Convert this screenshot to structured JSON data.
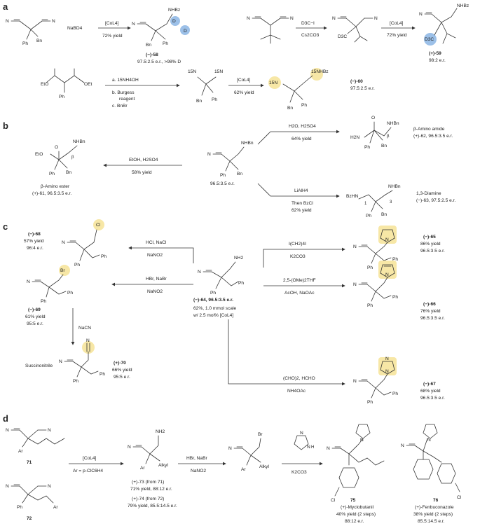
{
  "colors": {
    "highlight": "#f7e7a6",
    "deuterium": "#9cc0e8",
    "bond": "#333333"
  },
  "sections": [
    "a",
    "b",
    "c",
    "d"
  ],
  "a": {
    "r1": {
      "reagent": "NaBD4",
      "cond_top": "[CoL4]",
      "cond_bot": "72% yield",
      "sub_Ph": "Ph",
      "sub_Bn": "Bn",
      "prod_NHBz": "NHBz",
      "prod_D": "D",
      "prod_Bn": "Bn",
      "prod_Ph": "Ph",
      "prod_id": "(−)-58",
      "prod_info": "97.5:2.5 e.r., >98% D"
    },
    "r2": {
      "cond1_top": "D3C−I",
      "cond1_bot": "Cs2CO3",
      "int_D3C": "D3C",
      "cond2_top": "[CoL4]",
      "cond2_bot": "72% yield",
      "prod_NHBz": "NHBz",
      "prod_D3C": "D3C",
      "prod_id": "(+)-59",
      "prod_info": "98:2 e.r."
    },
    "r3": {
      "sub_EtO": "EtO",
      "sub_OEt": "OEt",
      "sub_Ph": "Ph",
      "steps": [
        "a. 15NH4OH",
        "b. Burgess",
        "reagent",
        "c. BnBr"
      ],
      "int_15N1": "15N",
      "int_15N2": "15N",
      "int_Bn": "Bn",
      "int_Ph": "Ph",
      "cond_top": "[CoL4]",
      "cond_bot": "62% yield",
      "prod_15N": "15N",
      "prod_15NHBz": "15NHBz",
      "prod_Bn": "Bn",
      "prod_Ph": "Ph",
      "prod_id": "(−)-60",
      "prod_info": "97.5:2.5 e.r."
    }
  },
  "b": {
    "center": {
      "NHBn": "NHBn",
      "Ph": "Ph",
      "Bn": "Bn",
      "er": "96.5:3.5 e.r."
    },
    "left": {
      "cond_top": "EtOH, H2SO4",
      "cond_bot": "58% yield",
      "EtO": "EtO",
      "NHBn": "NHBn",
      "beta": "β",
      "Ph": "Ph",
      "Bn": "Bn",
      "title": "β-Amino ester",
      "id": "(+)-61, 96.5:3.5 e.r."
    },
    "top_right": {
      "cond_top": "H2O, H2SO4",
      "cond_bot": "64% yield",
      "H2N": "H2N",
      "NHBn": "NHBn",
      "beta": "β",
      "Ph": "Ph",
      "Bn": "Bn",
      "title": "β-Amino amide",
      "id": "(+)-62, 96.5:3.5 e.r."
    },
    "bot_right": {
      "cond1": "LiAlH4",
      "cond2": "Then BzCl",
      "cond3": "62% yield",
      "BzHN": "BzHN",
      "NHBn": "NHBn",
      "n1": "1",
      "n3": "3",
      "Ph": "Ph",
      "Bn": "Bn",
      "title": "1,3-Diamine",
      "id": "(−)-63, 97.5:2.5 e.r."
    }
  },
  "c": {
    "center": {
      "NH2": "NH2",
      "Ph": "Ph",
      "Ph2": "Ph",
      "id": "(−)-64, 96.5:3.5 e.r.",
      "scale": "62%, 1.0 mmol scale",
      "cat": "w/ 2.5 mol% [CoL4]"
    },
    "p68": {
      "cond_top": "HCl, NaCl",
      "cond_bot": "NaNO2",
      "Cl": "Cl",
      "Ph": "Ph",
      "Ph2": "Ph",
      "id": "(−)-68",
      "yield": "57% yield",
      "er": "96:4 e.r."
    },
    "p69": {
      "cond_top": "HBr, NaBr",
      "cond_bot": "NaNO2",
      "Br": "Br",
      "Ph": "Ph",
      "Ph2": "Ph",
      "id": "(−)-69",
      "yield": "61% yield",
      "er": "95:5 e.r.",
      "down": "NaCN"
    },
    "p70": {
      "name": "Succinonitrile",
      "id": "(+)-70",
      "yield": "66% yield",
      "er": "95:5 e.r.",
      "Ph": "Ph",
      "Ph2": "Ph"
    },
    "p65": {
      "cond_top": "I(CH2)4I",
      "cond_bot": "K2CO3",
      "Ph": "Ph",
      "Ph2": "Ph",
      "id": "(−)-65",
      "yield": "86% yield",
      "er": "96.5:3.5 e.r."
    },
    "p66": {
      "cond_top": "2,5-(OMe)2THF",
      "cond_bot": "AcOH, NaOAc",
      "Ph": "Ph",
      "Ph2": "Ph",
      "id": "(−)-66",
      "yield": "76% yield",
      "er": "96.5:3.5 e.r."
    },
    "p67": {
      "cond_top": "(CHO)2, HCHO",
      "cond_bot": "NH4OAc",
      "Ph": "Ph",
      "Ph2": "Ph",
      "id": "(−)-67",
      "yield": "68% yield",
      "er": "96.5:3.5 e.r."
    }
  },
  "d": {
    "s71": {
      "Ar": "Ar",
      "id": "71"
    },
    "s72": {
      "Ph": "Ph",
      "Ar": "Ar",
      "id": "72"
    },
    "cond1": {
      "top": "[CoL4]",
      "bot": "Ar = p-ClC6H4"
    },
    "int": {
      "NH2": "NH2",
      "Ar": "Ar",
      "Alkyl": "Alkyl",
      "l1": "(+)-73 (from 71)",
      "l2": "71% yield, 88:12 e.r.",
      "l3": "(+)-74 (from 72)",
      "l4": "79% yield, 85.5:14.5 e.r."
    },
    "cond2": {
      "top": "HBr, NaBr",
      "bot": "NaNO2"
    },
    "bromide": {
      "Br": "Br",
      "Ar": "Ar",
      "Alkyl": "Alkyl"
    },
    "cond3": {
      "bot": "K2CO3",
      "N": "N",
      "NH": "N",
      "H": "H"
    },
    "p75": {
      "Cl": "Cl",
      "id": "75",
      "name": "(+)-Myclobutanil",
      "yield": "40% yield (2 steps)",
      "er": "88:12 e.r."
    },
    "p76": {
      "Cl": "Cl",
      "id": "76",
      "name": "(+)-Fenbuconazole",
      "yield": "38% yield (2 steps)",
      "er": "85.5:14.5 e.r."
    }
  }
}
